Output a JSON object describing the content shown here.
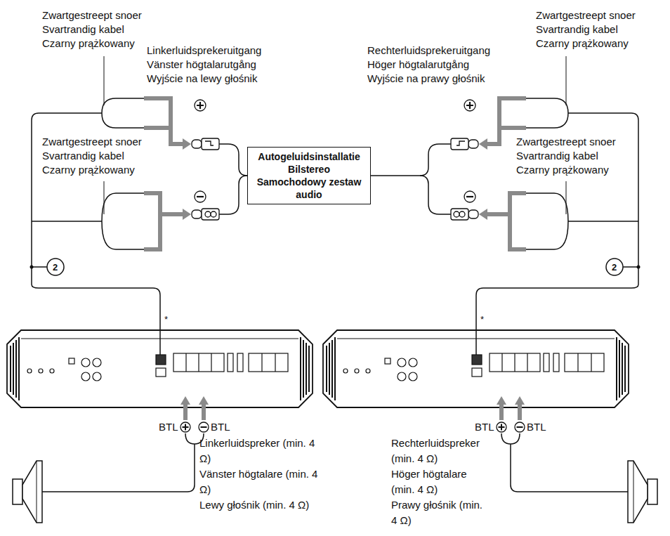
{
  "diagram": {
    "nodes": [
      {
        "text": [
          "Autogeluidsinstallatie",
          "Bilstereo",
          "Samochodowy zestaw audio"
        ]
      }
    ],
    "labels": [
      "Zwartgestreept snoer",
      "Svartrandig kabel",
      "Czarny prążkowany",
      "Linkerluidsprekeruitgang",
      "Vänster högtalarutgång",
      "Wyjście na lewy głośnik",
      "Rechterluidsprekeruitgang",
      "Höger högtalarutgång",
      "Wyjście na prawy głośnik",
      "Zwartgestreept snoer",
      "Svartrandig kabel",
      "Czarny prążkowany",
      "Zwartgestreept snoer",
      "Svartrandig kabel",
      "Czarny prążkowany",
      "Zwartgestreept snoer",
      "Svartrandig kabel",
      "Czarny prążkowany",
      "2",
      "2",
      "*",
      "*",
      "BTL",
      "BTL",
      "BTL",
      "BTL",
      "Linkerluidspreker (min. 4 Ω)",
      "Vänster högtalare (min. 4 Ω)",
      "Lewy głośnik (min. 4 Ω)",
      "Rechterluidspreker (min. 4 Ω)",
      "Höger högtalare (min. 4 Ω)",
      "Prawy głośnik (min. 4 Ω)"
    ]
  }
}
